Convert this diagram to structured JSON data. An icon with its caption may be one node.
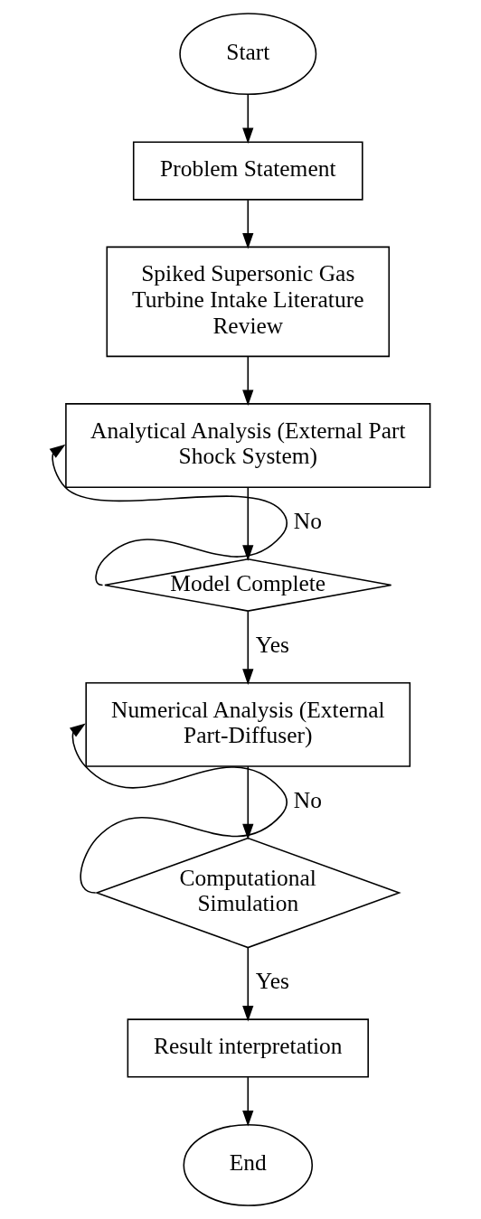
{
  "diagram": {
    "nodes": [
      {
        "text": [
          "Start"
        ]
      },
      {
        "text": [
          "Problem Statement"
        ]
      },
      {
        "text": [
          "Spiked Supersonic Gas Turbine Intake Literature Review"
        ]
      },
      {
        "text": [
          "Analytical Analysis (External Part Shock System)"
        ]
      },
      {
        "text": [
          "Model Complete"
        ]
      },
      {
        "text": [
          "Numerical Analysis (External Part-Diffuser)"
        ]
      },
      {
        "text": [
          "Computational Simulation"
        ]
      },
      {
        "text": [
          "Result interpretation"
        ]
      },
      {
        "text": [
          "End"
        ]
      }
    ],
    "edges": [
      {
        "from": 0,
        "to": 1,
        "arrow": "to"
      },
      {
        "from": 1,
        "to": 2,
        "arrow": "to"
      },
      {
        "from": 2,
        "to": 3,
        "arrow": "to"
      },
      {
        "from": 3,
        "to": 4,
        "arrow": "to"
      },
      {
        "from": 4,
        "to": 5,
        "arrow": "to",
        "label": "Yes"
      },
      {
        "from": 4,
        "to": 3,
        "arrow": "to",
        "label": "No"
      },
      {
        "from": 5,
        "to": 6,
        "arrow": "to"
      },
      {
        "from": 6,
        "to": 7,
        "arrow": "to",
        "label": "Yes"
      },
      {
        "from": 6,
        "to": 5,
        "arrow": "to",
        "label": "No"
      },
      {
        "from": 7,
        "to": 8,
        "arrow": "to"
      }
    ]
  }
}
